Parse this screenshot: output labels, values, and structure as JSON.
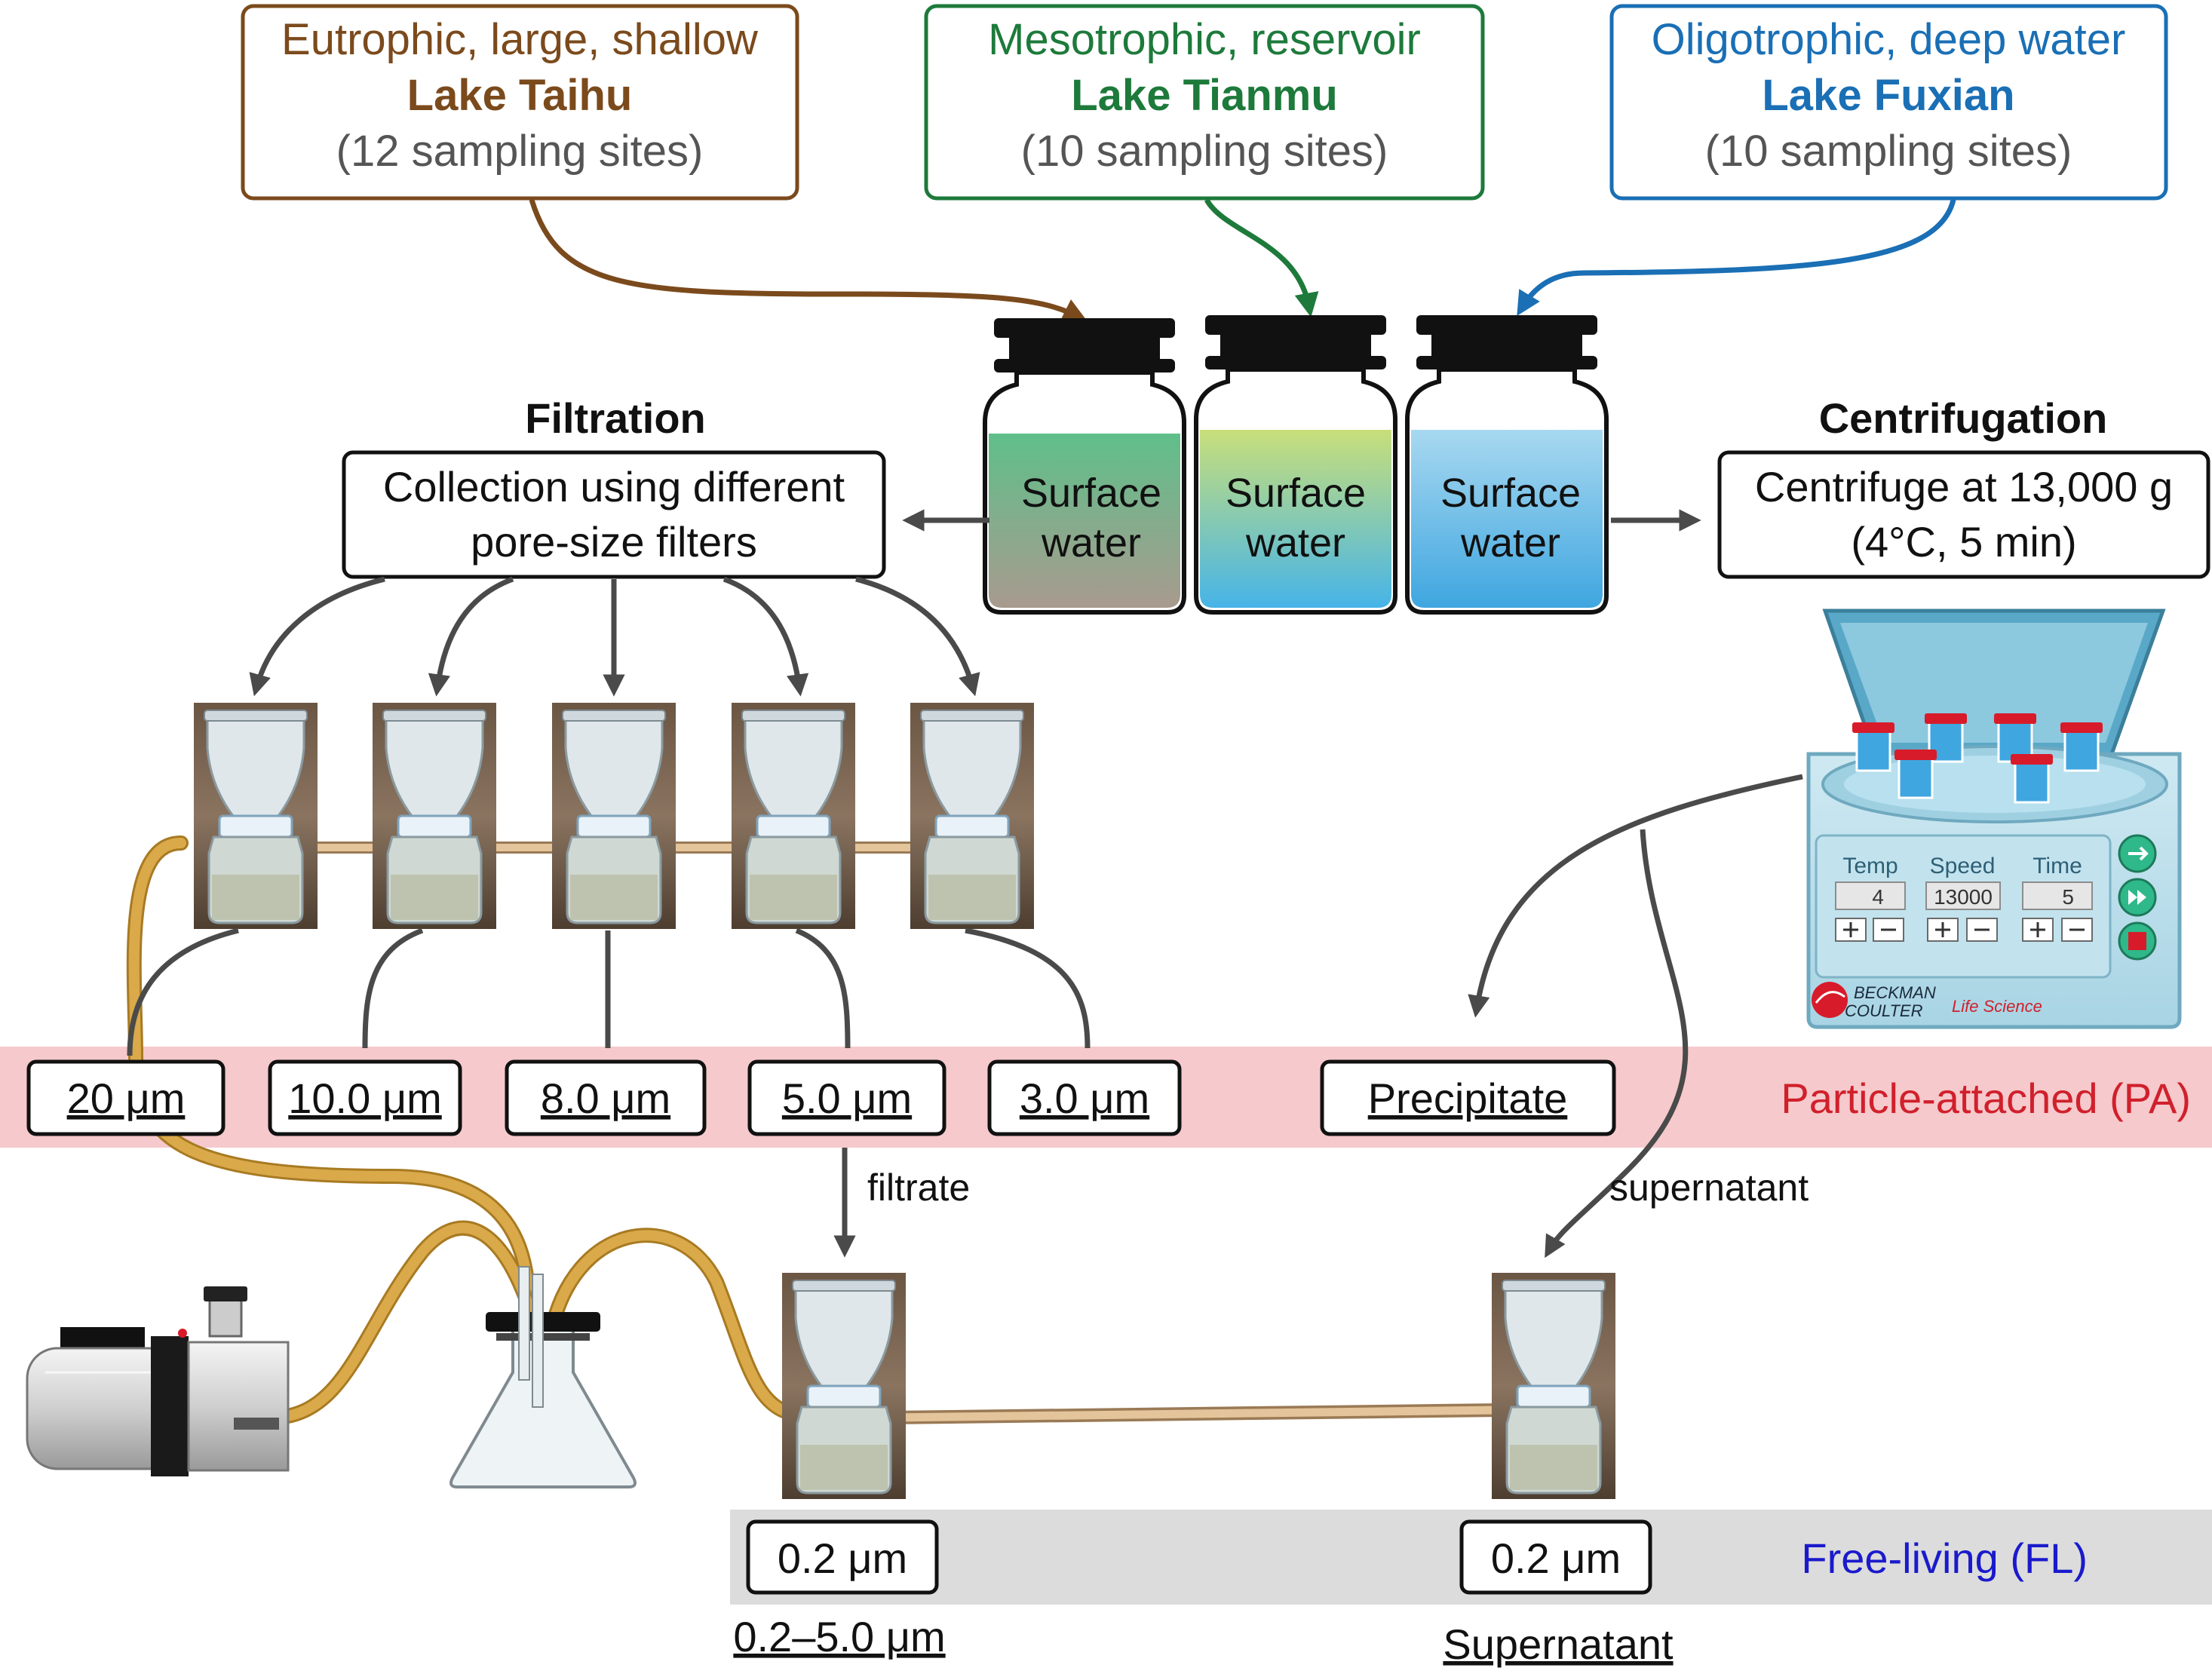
{
  "lakes": [
    {
      "line1": "Eutrophic, large, shallow",
      "name": "Lake Taihu",
      "sites": "(12 sampling sites)",
      "color": "#7b4a1c"
    },
    {
      "line1": "Mesotrophic, reservoir",
      "name": "Lake Tianmu",
      "sites": "(10 sampling sites)",
      "color": "#1d7a3b"
    },
    {
      "line1": "Oligotrophic, deep water",
      "name": "Lake Fuxian",
      "sites": "(10 sampling sites)",
      "color": "#1a6fb5"
    }
  ],
  "jars": [
    {
      "line1": "Surface",
      "line2": "water",
      "top_color": "#5fbf8a",
      "bottom_color": "#a89a8e"
    },
    {
      "line1": "Surface",
      "line2": "water",
      "top_color": "#c8df7a",
      "bottom_color": "#46b4e8"
    },
    {
      "line1": "Surface",
      "line2": "water",
      "top_color": "#a8d8f0",
      "bottom_color": "#3fa6e0"
    }
  ],
  "filtration": {
    "title": "Filtration",
    "line1": "Collection using different",
    "line2": "pore-size filters"
  },
  "centrifugation": {
    "title": "Centrifugation",
    "line1": "Centrifuge at 13,000 g",
    "line2": "(4°C, 5 min)"
  },
  "centrifuge_panel": {
    "labels": [
      "Temp",
      "Speed",
      "Time"
    ],
    "values": [
      "4",
      "13000",
      "5"
    ],
    "brand_line1": "BECKMAN",
    "brand_line2": "COULTER",
    "tagline": "Life Science"
  },
  "pa_band": {
    "label": "Particle-attached (PA)",
    "color": "#f6c9cc",
    "text_color": "#d0202c"
  },
  "pa_filters": [
    "20 μm",
    "10.0 μm",
    "8.0 μm",
    "5.0 μm",
    "3.0 μm"
  ],
  "precipitate": "Precipitate",
  "filtrate_label": "filtrate",
  "supernatant_label": "supernatant",
  "fl_band": {
    "label": "Free-living (FL)",
    "color": "#dcdcdc",
    "text_color": "#1a1acc"
  },
  "fl_filters": [
    "0.2 μm",
    "0.2 μm"
  ],
  "fl_captions": [
    "0.2–5.0 μm",
    "Supernatant"
  ],
  "tube_color": "#d9a94a"
}
